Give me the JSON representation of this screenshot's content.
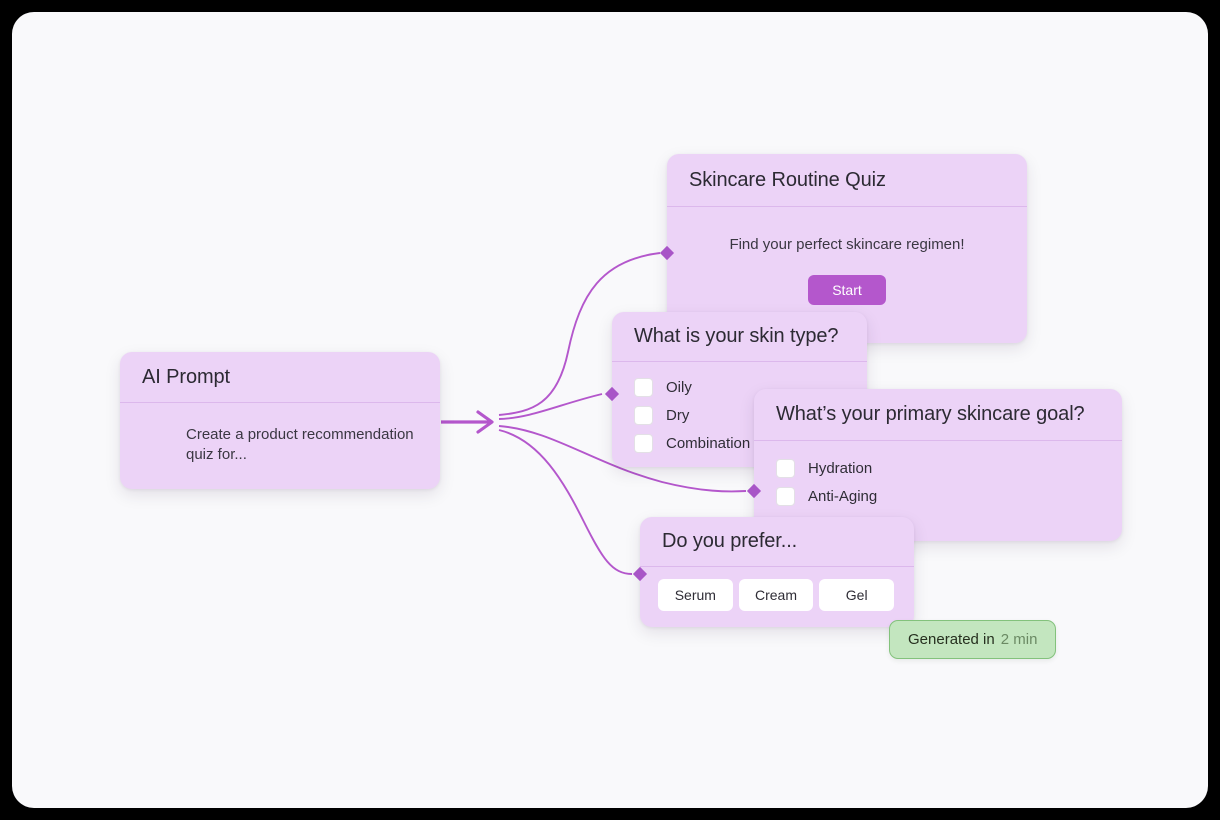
{
  "canvas": {
    "background": "#f9f9fb",
    "accent": "#b457cc",
    "card_background": "#ecd3f7",
    "card_divider": "#dcb8ec"
  },
  "prompt_card": {
    "title": "AI Prompt",
    "text": "Create a product recommendation quiz for..."
  },
  "quiz_card": {
    "title": "Skincare Routine Quiz",
    "subtitle": "Find your perfect skincare regimen!",
    "start_label": "Start"
  },
  "skin_card": {
    "title": "What is your skin type?",
    "options": [
      {
        "label": "Oily",
        "checked": false
      },
      {
        "label": "Dry",
        "checked": false
      },
      {
        "label": "Combination",
        "checked": false
      }
    ]
  },
  "goal_card": {
    "title": "What’s your primary skincare goal?",
    "options": [
      {
        "label": "Hydration",
        "checked": false
      },
      {
        "label": "Anti-Aging",
        "checked": false
      }
    ]
  },
  "prefer_card": {
    "title": "Do you prefer...",
    "options": [
      {
        "label": "Serum"
      },
      {
        "label": "Cream"
      },
      {
        "label": "Gel"
      }
    ]
  },
  "badge": {
    "label": "Generated in",
    "value": "2 min",
    "color": "#c3e6bf",
    "border_color": "#83c27c"
  },
  "connectors": {
    "arrow_icon": "arrow-right-icon",
    "endpoint_icon": "diamond-node-icon",
    "stroke": "#b457cc"
  }
}
